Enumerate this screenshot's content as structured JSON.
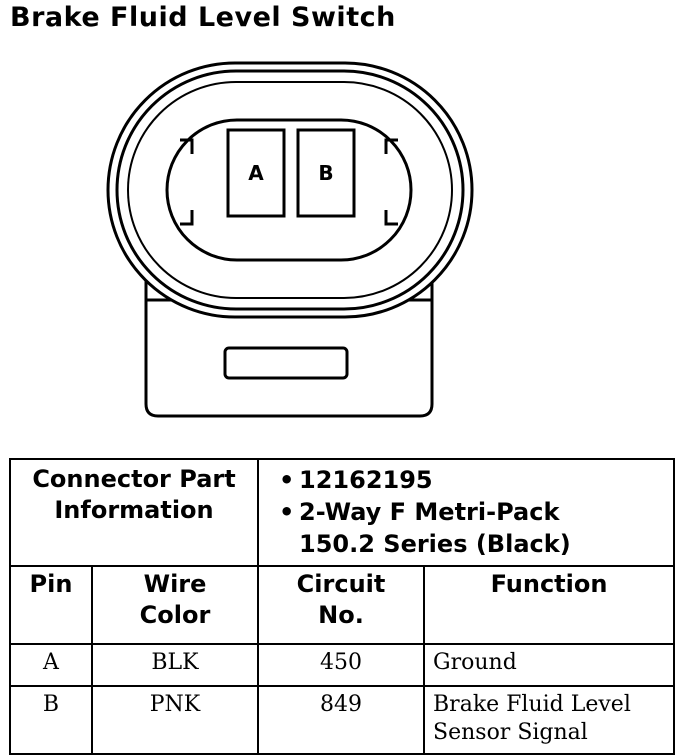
{
  "title": "Brake Fluid Level Switch",
  "connector": {
    "pins": [
      "A",
      "B"
    ]
  },
  "table": {
    "part_info_label_line1": "Connector Part",
    "part_info_label_line2": "Information",
    "part_info": [
      "12162195",
      "2-Way F Metri-Pack",
      "150.2 Series (Black)"
    ],
    "headers": {
      "pin": "Pin",
      "wire_color_line1": "Wire",
      "wire_color_line2": "Color",
      "circuit_line1": "Circuit",
      "circuit_line2": "No.",
      "function": "Function"
    },
    "rows": [
      {
        "pin": "A",
        "wire_color": "BLK",
        "circuit": "450",
        "function_line1": "Ground",
        "function_line2": ""
      },
      {
        "pin": "B",
        "wire_color": "PNK",
        "circuit": "849",
        "function_line1": "Brake Fluid Level",
        "function_line2": "Sensor Signal"
      }
    ]
  }
}
